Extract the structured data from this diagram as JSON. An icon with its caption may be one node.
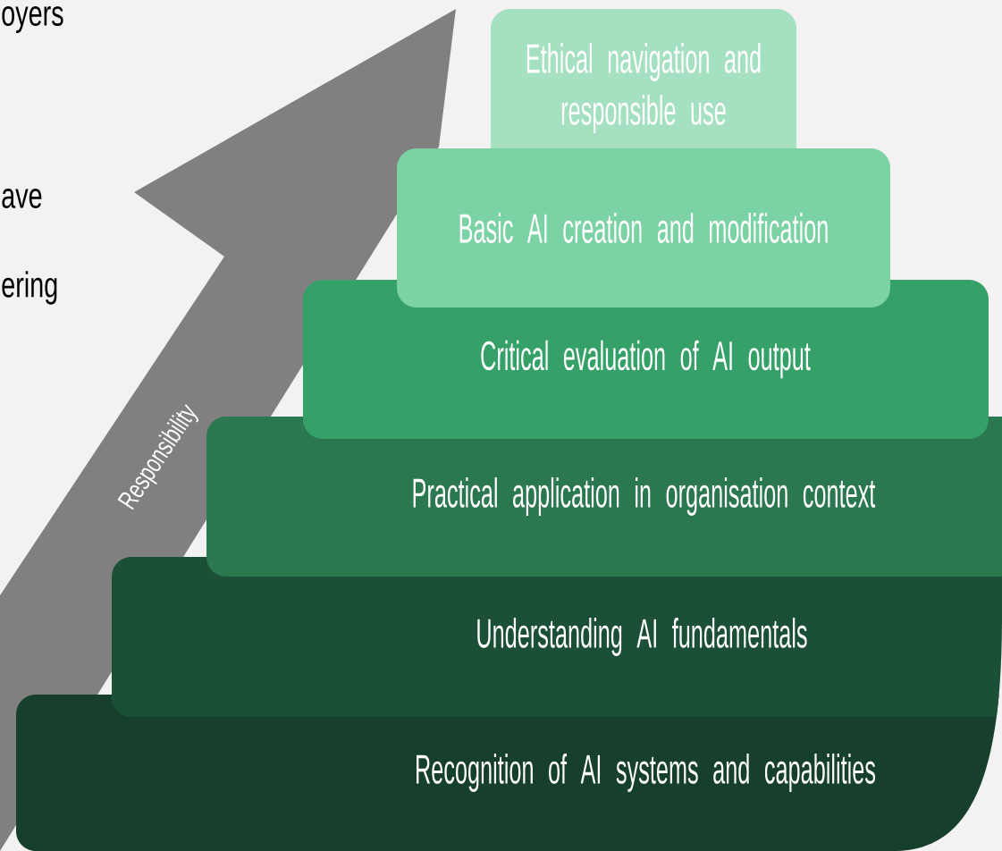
{
  "diagram": {
    "nodes": [
      {
        "text": [
          "Ethical navigation and responsible use"
        ]
      },
      {
        "text": [
          "Basic AI creation and modification"
        ]
      },
      {
        "text": [
          "Critical evaluation of AI output"
        ]
      },
      {
        "text": [
          "Practical application in organisation context"
        ]
      },
      {
        "text": [
          "Understanding AI fundamentals"
        ]
      },
      {
        "text": [
          "Recognition of AI systems and capabilities"
        ]
      }
    ],
    "labels": [
      "oyers",
      "ave",
      "ering",
      "Responsibility"
    ]
  }
}
